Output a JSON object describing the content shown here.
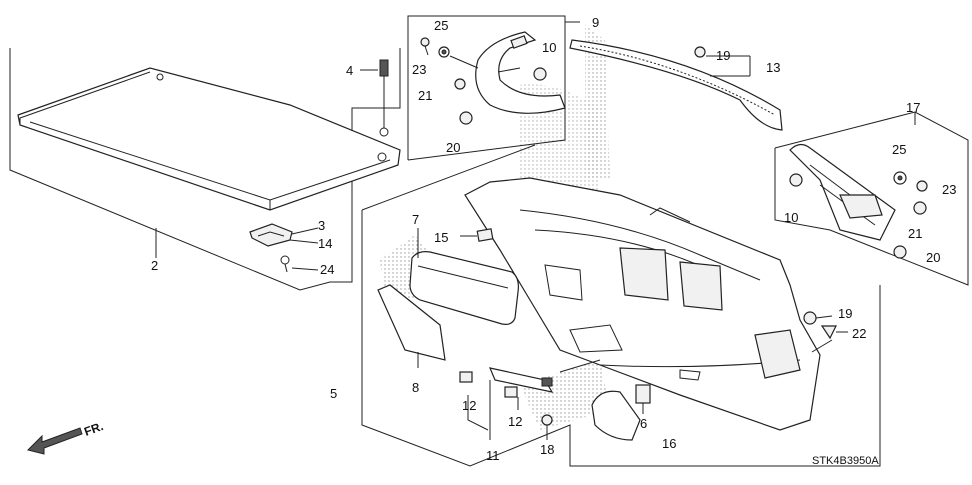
{
  "callouts": [
    {
      "id": "c1",
      "text": "2"
    },
    {
      "id": "c2",
      "text": "3"
    },
    {
      "id": "c3",
      "text": "14"
    },
    {
      "id": "c4",
      "text": "24"
    },
    {
      "id": "c5",
      "text": "4"
    },
    {
      "id": "c6",
      "text": "9"
    },
    {
      "id": "c7",
      "text": "25"
    },
    {
      "id": "c8",
      "text": "10"
    },
    {
      "id": "c9",
      "text": "23"
    },
    {
      "id": "c10",
      "text": "21"
    },
    {
      "id": "c11",
      "text": "20"
    },
    {
      "id": "c12",
      "text": "19"
    },
    {
      "id": "c13",
      "text": "13"
    },
    {
      "id": "c14",
      "text": "17"
    },
    {
      "id": "c15",
      "text": "25"
    },
    {
      "id": "c16",
      "text": "23"
    },
    {
      "id": "c17",
      "text": "10"
    },
    {
      "id": "c18",
      "text": "21"
    },
    {
      "id": "c19",
      "text": "20"
    },
    {
      "id": "c20",
      "text": "7"
    },
    {
      "id": "c21",
      "text": "15"
    },
    {
      "id": "c22",
      "text": "5"
    },
    {
      "id": "c23",
      "text": "8"
    },
    {
      "id": "c24",
      "text": "12"
    },
    {
      "id": "c25",
      "text": "12"
    },
    {
      "id": "c26",
      "text": "11"
    },
    {
      "id": "c27",
      "text": "18"
    },
    {
      "id": "c28",
      "text": "6"
    },
    {
      "id": "c29",
      "text": "16"
    },
    {
      "id": "c30",
      "text": "19"
    },
    {
      "id": "c31",
      "text": "22"
    }
  ],
  "direction_label": "FR.",
  "diagram_code": "STK4B3950A"
}
